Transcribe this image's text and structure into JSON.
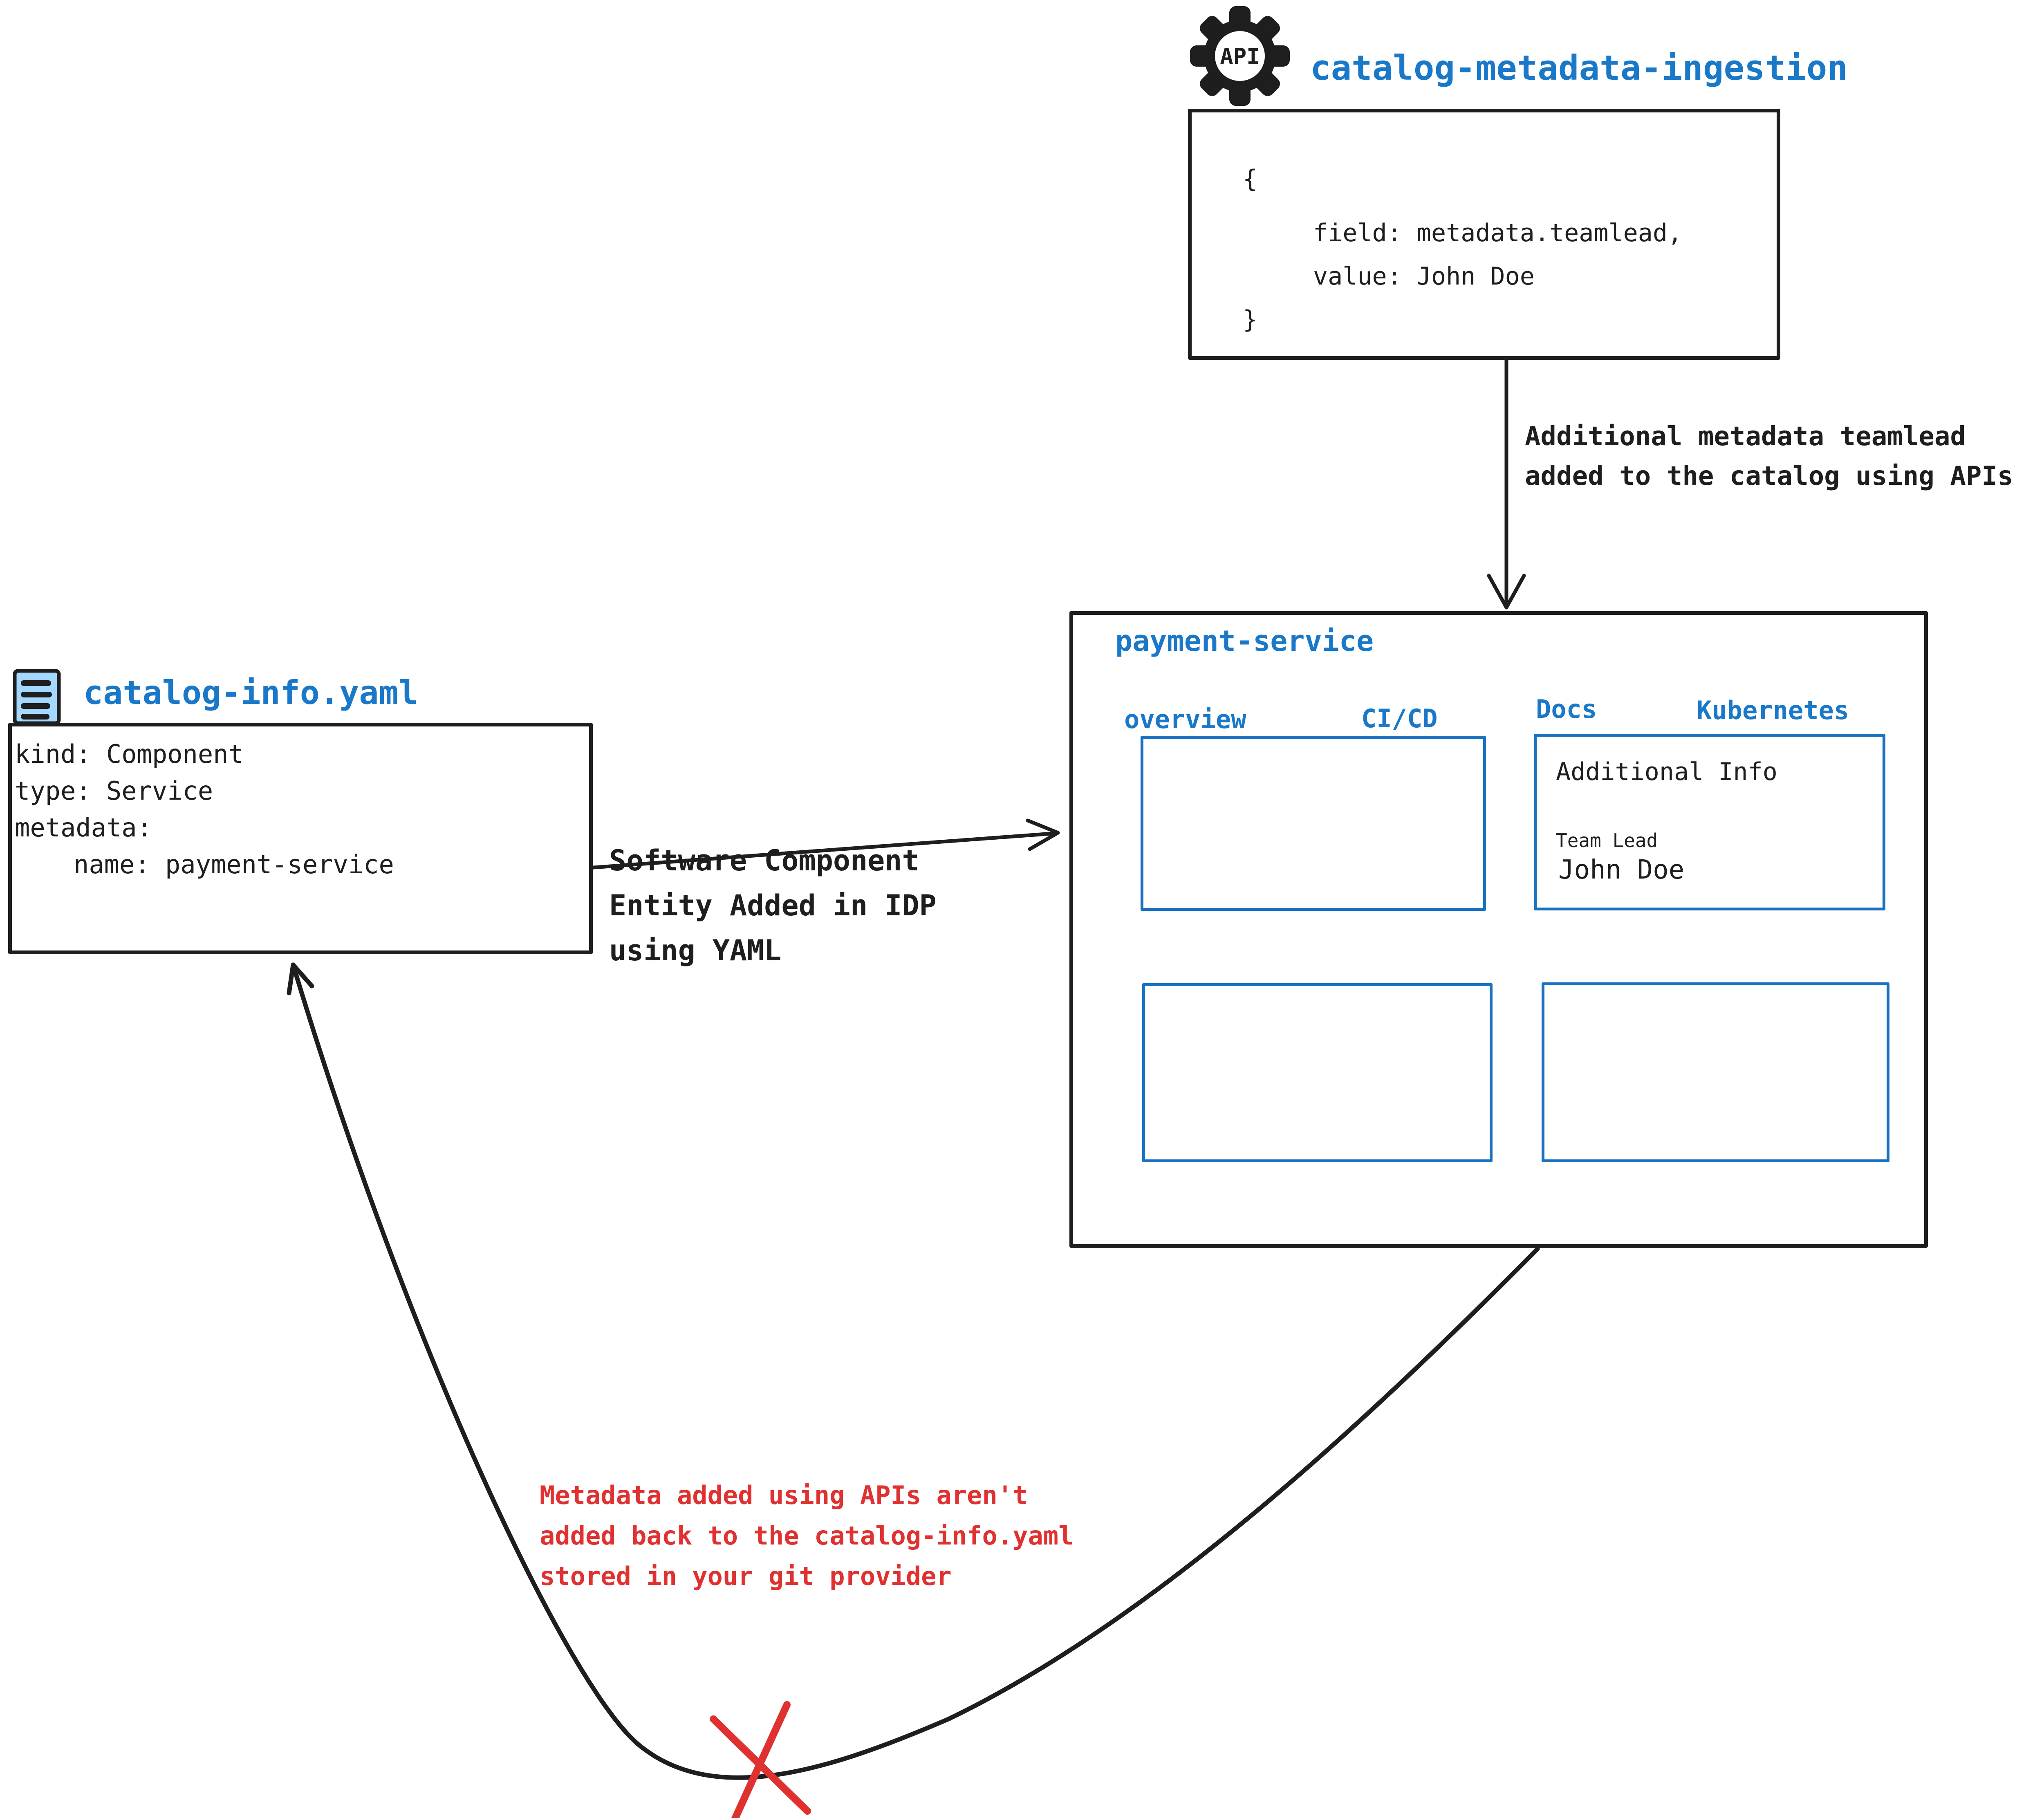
{
  "colors": {
    "ink": "#1e1e1e",
    "blue_text": "#1a78c9",
    "blue_border": "#1971c2",
    "red": "#e03131",
    "icon_fill": "#a5d8ff",
    "background": "#ffffff"
  },
  "ingestion_service": {
    "icon_label": "API",
    "title": "catalog-metadata-ingestion",
    "code_lines": [
      "{",
      "field: metadata.teamlead,",
      "value: John Doe",
      "}"
    ]
  },
  "ingestion_arrow": {
    "label_line1": "Additional metadata teamlead",
    "label_line2": "added to the catalog using APIs"
  },
  "catalog_file": {
    "title": "catalog-info.yaml",
    "yaml_lines": [
      "kind: Component",
      "type: Service",
      "metadata:",
      "name: payment-service"
    ]
  },
  "yaml_arrow": {
    "label_line1": "Software Component",
    "label_line2": "Entity Added in IDP",
    "label_line3": "using YAML"
  },
  "portal": {
    "title": "payment-service",
    "tabs": [
      "overview",
      "CI/CD",
      "Docs",
      "Kubernetes"
    ],
    "additional_info": {
      "heading": "Additional Info",
      "field_label": "Team Lead",
      "field_value": "John Doe"
    }
  },
  "warning_note": {
    "line1": "Metadata added using APIs aren't",
    "line2": "added back to the catalog-info.yaml",
    "line3": "stored in your git provider"
  }
}
